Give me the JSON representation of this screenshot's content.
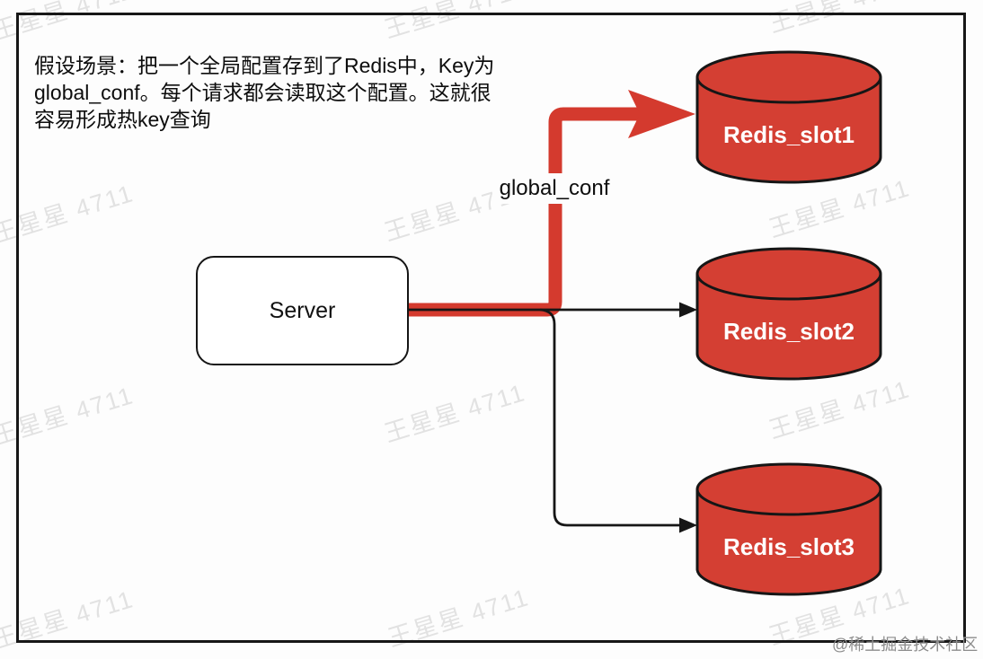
{
  "description": {
    "lines": [
      "假设场景：把一个全局配置存到了Redis中，Key为",
      "global_conf。每个请求都会读取这个配置。这就很",
      "容易形成热key查询"
    ]
  },
  "server": {
    "label": "Server"
  },
  "edge_label": "global_conf",
  "redis_nodes": [
    {
      "label": "Redis_slot1"
    },
    {
      "label": "Redis_slot2"
    },
    {
      "label": "Redis_slot3"
    }
  ],
  "watermark": {
    "text": "王星星 4711",
    "credit": "@稀土掘金技术社区"
  },
  "colors": {
    "red": "#d43a2e",
    "cylinder_fill": "#d43f33",
    "line_black": "#161616",
    "watermark_gray": "#e2e2e2",
    "credit_gray": "#8c8c8c",
    "background": "#fdfdfd"
  }
}
